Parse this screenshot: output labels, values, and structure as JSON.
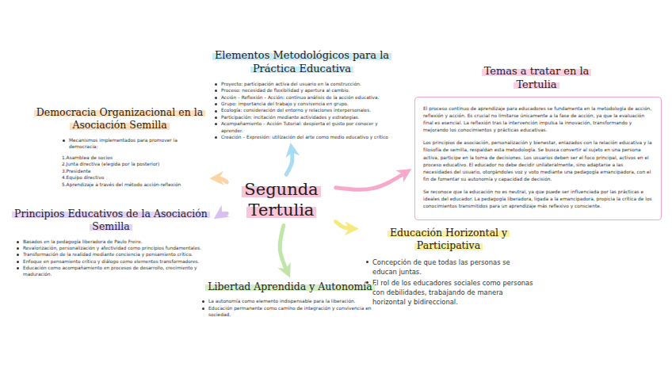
{
  "diagram": {
    "nodes": [
      {
        "text": [
          "Segunda Tertulia"
        ]
      },
      {
        "text": [
          "Elementos Metodológicos para la Práctica Educativa",
          "Proyecto: participación activa del usuario en la construcción.",
          "Proceso: necesidad de flexibilidad y apertura al cambio.",
          "Acción – Reflexión – Acción: continuo análisis de la acción educativa.",
          "Grupo: importancia del trabajo y convivencia en grupo.",
          "Ecología: consideración del entorno y relaciones interpersonales.",
          "Participación: incitación mediante actividades y estrategias.",
          "Acompañamiento – Acción Tutorial: despierta el gusto por conocer y aprender.",
          "Creación – Expresión: utilización del arte como medio educativo y crítico"
        ]
      },
      {
        "text": [
          "Temas a tratar en la Tertulia",
          "El proceso continuo de aprendizaje para educadores se fundamenta en la metodología de acción, reflexión y acción. Es crucial no limitarse únicamente a la fase de acción, ya que la evaluación final es esencial. La reflexión tras la intervención impulsa la innovación, transformando y mejorando los conocimientos y prácticas educativas.",
          "Los principios de asociación, personalización y bienestar, enlazados con la relación educativa y la filosofía de semilla, respaldan esta metodología. Se busca convertir al sujeto en una persona activa, participe en la toma de decisiones. Los usuarios deben ser el foco principal, activos en el proceso educativo. El educador no debe decidir unilateralmente, sino adaptarse a las necesidades del usuario, otorgándoles voz y voto mediante una pedagogía emancipadora, con el fin de fomentar su autonomía y capacidad de decisión.",
          "Se reconoce que la educación no es neutral, ya que puede ser influenciada por las prácticas e ideales del educador. La pedagogía liberadora, ligada a la emancipadora, propicia la crítica de los conocimientos transmitidos para un aprendizaje más reflexivo y consciente."
        ]
      },
      {
        "text": [
          "Democracia Organizacional en la Asociación Semilla",
          "Mecanismos implementados para promover la democracia:",
          "1.Asamblea de socios",
          "2.Junta directiva (elegida por la posterior)",
          "3.Presidente",
          "4.Equipo directivo",
          "5.Aprendizaje a través del método acción-reflexión"
        ]
      },
      {
        "text": [
          "Principios Educativos de la Asociación Semilla",
          "Basados en la pedagogía liberadora de Paulo Freire.",
          "Revalorización, personalización y afectividad como principios fundamentales.",
          "Transformación de la realidad mediante conciencia y pensamiento crítico.",
          "Enfoque en pensamiento crítico y diálogo como elementos transformadores.",
          "Educación como acompañamiento en procesos de desarrollo, crecimiento y maduración."
        ]
      },
      {
        "text": [
          "Educación Horizontal y Participativa",
          "Concepción de que todas las personas se educan juntas.",
          "El rol de los educadores sociales como personas con debilidades, trabajando de manera horizontal y bidireccional."
        ]
      },
      {
        "text": [
          "Libertad Aprendida y Autonomía",
          "La autonomía como elemento indispensable para la liberación.",
          "Educación permanente como camino de integración y convivencia en sociedad."
        ]
      }
    ],
    "edges": [
      {
        "from": 0,
        "to": 1,
        "arrow": "to"
      },
      {
        "from": 0,
        "to": 2,
        "arrow": "to"
      },
      {
        "from": 0,
        "to": 3,
        "arrow": "to"
      },
      {
        "from": 0,
        "to": 4,
        "arrow": "to"
      },
      {
        "from": 0,
        "to": 5,
        "arrow": "to"
      },
      {
        "from": 0,
        "to": 6,
        "arrow": "to"
      }
    ]
  }
}
